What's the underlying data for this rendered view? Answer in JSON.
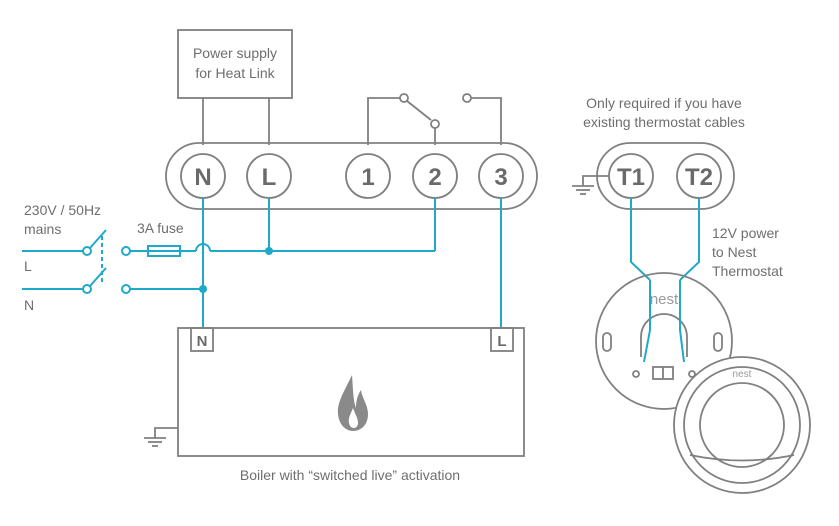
{
  "labels": {
    "power_supply_line1": "Power supply",
    "power_supply_line2": "for Heat Link",
    "only_required_line1": "Only required if you have",
    "only_required_line2": "existing thermostat cables",
    "mains_line1": "230V / 50Hz",
    "mains_line2": "mains",
    "live": "L",
    "neutral": "N",
    "fuse": "3A fuse",
    "power_12v_line1": "12V power",
    "power_12v_line2": "to Nest",
    "power_12v_line3": "Thermostat",
    "boiler_caption": "Boiler with “switched live” activation",
    "nest_base_logo": "nest",
    "nest_display_logo": "nest"
  },
  "heat_link_terminals": [
    "N",
    "L",
    "1",
    "2",
    "3"
  ],
  "thermostat_terminals": [
    "T1",
    "T2"
  ],
  "boiler_terminals": [
    "N",
    "L"
  ],
  "colors": {
    "wire_live": "#1fa9c9",
    "outline": "#808080",
    "text": "#6e6e6e"
  },
  "icons": {
    "boiler": "flame-icon",
    "earth": "earth-ground-icon"
  }
}
